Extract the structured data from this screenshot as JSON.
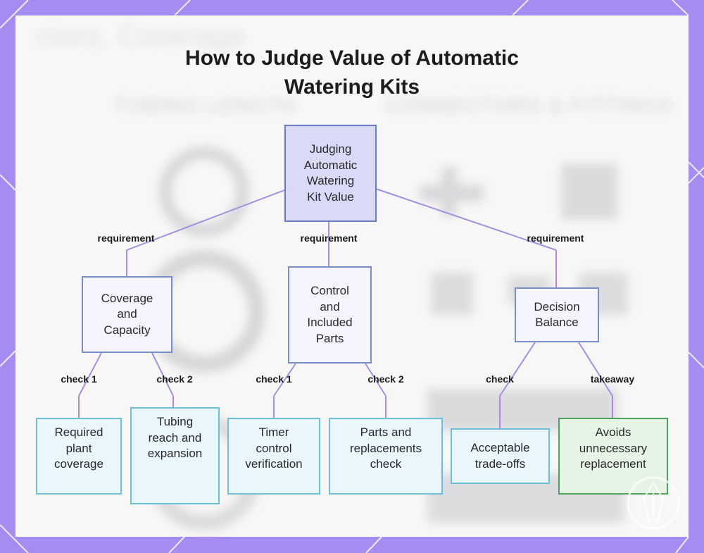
{
  "title": "How to Judge Value of Automatic\nWatering Kits",
  "background": {
    "accent": "#a58cf0",
    "ghost_texts": [
      "ctors, Coverage",
      "TUBING LENGTH",
      "CONNECTORS & FITTINGS"
    ]
  },
  "nodes": {
    "root": "Judging\nAutomatic\nWatering\nKit Value",
    "coverage": "Coverage\nand\nCapacity",
    "control": "Control\nand\nIncluded\nParts",
    "decision": "Decision\nBalance",
    "required": "Required\nplant\ncoverage",
    "tubing": "Tubing\nreach and\nexpansion",
    "timer": "Timer\ncontrol\nverification",
    "parts": "Parts and\nreplacements\ncheck",
    "tradeoffs": "Acceptable\ntrade-offs",
    "avoids": "Avoids\nunnecessary\nreplacement"
  },
  "edge_labels": {
    "req1": "requirement",
    "req2": "requirement",
    "req3": "requirement",
    "check1a": "check 1",
    "check2a": "check 2",
    "check1b": "check 1",
    "check2b": "check 2",
    "check": "check",
    "takeaway": "takeaway"
  },
  "colors": {
    "edge": "#a48fe0",
    "root_fill": "#d8daf8",
    "leaf_fill": "#e9f6fb",
    "takeaway_fill": "#e6f4e6"
  },
  "icons": [
    "frame-diagonal-lines",
    "watermark-logo-icon"
  ]
}
